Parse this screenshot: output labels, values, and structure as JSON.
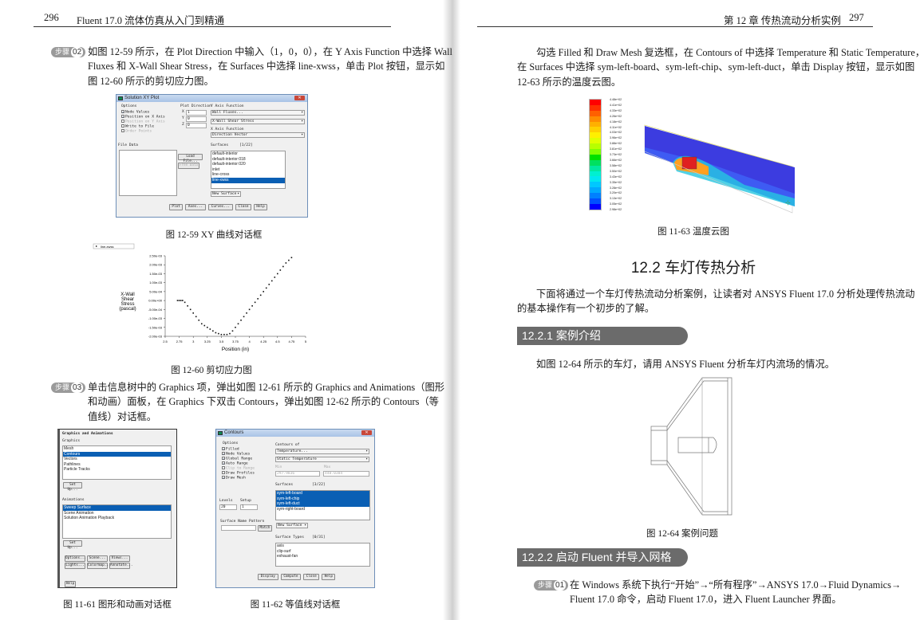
{
  "left_page": {
    "page_number": "296",
    "book_title": "Fluent 17.0 流体仿真从入门到精通",
    "step02": {
      "badge": "步骤",
      "num": "02",
      "lines": [
        "如图 12-59 所示，在 Plot Direction 中输入（1，0，0），在 Y Axis Function 中选择 Wall",
        "Fluxes 和 X-Wall Shear Stress，在 Surfaces  中选择 line-xwss，单击 Plot 按钮，显示如",
        "图 12-60 所示的剪切应力图。"
      ]
    },
    "fig_12_59": {
      "caption": "图 12-59   XY 曲线对话框",
      "title": "Solution XY Plot",
      "options_label": "Options",
      "options": [
        {
          "label": "Node Values",
          "checked": true
        },
        {
          "label": "Position on X Axis",
          "checked": true
        },
        {
          "label": "Position on Y Axis",
          "checked": false,
          "disabled": true
        },
        {
          "label": "Write to File",
          "checked": false
        },
        {
          "label": "Order Points",
          "checked": false,
          "disabled": true
        }
      ],
      "plot_direction_label": "Plot Direction",
      "directions": [
        {
          "axis": "X",
          "value": "1"
        },
        {
          "axis": "Y",
          "value": "0"
        },
        {
          "axis": "Z",
          "value": "0"
        }
      ],
      "y_axis_label": "Y Axis Function",
      "y_axis_values": [
        "Wall Fluxes...",
        "X-Wall Shear Stress"
      ],
      "x_axis_label": "X Axis Function",
      "x_axis_value": "Direction Vector",
      "file_data_label": "File Data",
      "load_file": "Load File...",
      "free_data": "Free Data",
      "surfaces_label": "Surfaces",
      "surfaces_count": "[1/22]",
      "surfaces": [
        "default-interior",
        "default-interior:018",
        "default-interior:020",
        "inlet",
        "line-cross",
        "line-xwss"
      ],
      "selected_surface": "line-xwss",
      "new_surface": "New Surface",
      "buttons": [
        "Plot",
        "Axes...",
        "Curves...",
        "Close",
        "Help"
      ]
    },
    "fig_12_60": {
      "caption": "图 12-60    剪切应力图"
    },
    "step03": {
      "badge": "步骤",
      "num": "03",
      "lines": [
        "单击信息树中的 Graphics 项，弹出如图 12-61 所示的 Graphics and Animations（图形",
        "和动画）面板，在 Graphics 下双击 Contours，弹出如图 12-62 所示的 Contours（等",
        "值线）对话框。"
      ]
    },
    "fig_11_61": {
      "caption": "图 11-61    图形和动画对话框",
      "title": "Graphics and Animations",
      "graphics_label": "Graphics",
      "graphics": [
        "Mesh",
        "Contours",
        "Vectors",
        "Pathlines",
        "Particle Tracks"
      ],
      "graphics_selected": "Contours",
      "setup": "Set Up...",
      "animations_label": "Animations",
      "animations": [
        "Sweep Surface",
        "Scene Animation",
        "Solution Animation Playback"
      ],
      "animations_selected": "Sweep Surface",
      "buttons": [
        "Options...",
        "Scene...",
        "Views...",
        "Lights...",
        "Colormap...",
        "Annotate..."
      ],
      "help": "Help"
    },
    "fig_11_62": {
      "caption": "图 11-62    等值线对话框",
      "title": "Contours",
      "options_label": "Options",
      "options": [
        {
          "label": "Filled",
          "checked": true
        },
        {
          "label": "Node Values",
          "checked": true
        },
        {
          "label": "Global Range",
          "checked": true
        },
        {
          "label": "Auto Range",
          "checked": true
        },
        {
          "label": "Clip to Range",
          "checked": false,
          "disabled": true
        },
        {
          "label": "Draw Profiles",
          "checked": false
        },
        {
          "label": "Draw Mesh",
          "checked": true
        }
      ],
      "contours_of_label": "Contours of",
      "contours_of": [
        "Temperature...",
        "Static Temperature"
      ],
      "min_label": "Min",
      "min": "297.9836",
      "max_label": "Max",
      "max": "448.0384",
      "levels_label": "Levels",
      "levels": "20",
      "setup_label": "Setup",
      "setup": "1",
      "pattern_label": "Surface Name Pattern",
      "match": "Match",
      "surfaces_label": "Surfaces",
      "surfaces_count": "[3/22]",
      "surfaces": [
        "sym-left-board",
        "sym-left-chip",
        "sym-left-duct",
        "sym-right-board"
      ],
      "surfaces_selected": [
        "sym-left-board",
        "sym-left-chip",
        "sym-left-duct"
      ],
      "new_surface": "New Surface",
      "surface_types_label": "Surface Types",
      "surface_types_count": "[0/31]",
      "surface_types": [
        "axis",
        "clip-surf",
        "exhaust-fan"
      ],
      "buttons": [
        "Display",
        "Compute",
        "Close",
        "Help"
      ]
    }
  },
  "chart_data": {
    "type": "scatter",
    "title": "",
    "xlabel": "Position (in)",
    "ylabel": "X-Wall\nShear\nStress\n(pascal)",
    "legend": [
      "line-xwss"
    ],
    "legend_placement": "top-left",
    "grid": false,
    "xlim": [
      2.5,
      5
    ],
    "ylim": [
      -0.002,
      0.0025
    ],
    "xticks": [
      "2.5",
      "2.75",
      "3",
      "3.25",
      "3.5",
      "3.75",
      "4",
      "4.25",
      "4.5",
      "4.75",
      "5"
    ],
    "yticks": [
      "2.50e-03",
      "2.00e-03",
      "1.50e-03",
      "1.00e-03",
      "5.00e-04",
      "0.00e+00",
      "-5.00e-04",
      "-1.00e-03",
      "-1.50e-03",
      "-2.00e-03"
    ],
    "series": [
      {
        "name": "line-xwss",
        "x": [
          2.72,
          2.75,
          2.78,
          2.81,
          2.85,
          2.9,
          2.95,
          3.0,
          3.05,
          3.1,
          3.15,
          3.2,
          3.25,
          3.3,
          3.35,
          3.4,
          3.45,
          3.5,
          3.55,
          3.6,
          3.65,
          3.7,
          3.75,
          3.8,
          3.85,
          3.9,
          3.95,
          4.0,
          4.05,
          4.1,
          4.15,
          4.2,
          4.25,
          4.3,
          4.35,
          4.4,
          4.45,
          4.5,
          4.55,
          4.6,
          4.65,
          4.7,
          4.75
        ],
        "y": [
          0,
          0,
          0,
          0,
          -0.0001,
          -0.0003,
          -0.0005,
          -0.0007,
          -0.0009,
          -0.0011,
          -0.0013,
          -0.0014,
          -0.0015,
          -0.0016,
          -0.0017,
          -0.0018,
          -0.00185,
          -0.0019,
          -0.0019,
          -0.0019,
          -0.00185,
          -0.0017,
          -0.0015,
          -0.0013,
          -0.0011,
          -0.0009,
          -0.0007,
          -0.0005,
          -0.0003,
          -0.0001,
          0.0001,
          0.0003,
          0.0005,
          0.0007,
          0.0009,
          0.0011,
          0.0013,
          0.0015,
          0.0017,
          0.0019,
          0.0021,
          0.00225,
          0.0024
        ]
      }
    ]
  },
  "right_page": {
    "chapter": "第 12 章   传热流动分析实例",
    "page_number": "297",
    "para1": [
      "勾选 Filled 和 Draw Mesh 复选框，在 Contours of 中选择 Temperature 和 Static Temperature，",
      "在 Surfaces 中选择 sym-left-board、sym-left-chip、sym-left-duct，单击 Display 按钮，显示如图",
      "12-63 所示的温度云图。"
    ],
    "fig_11_63": {
      "caption": "图 11-63    温度云图",
      "colorbar": [
        "4.48e+02",
        "4.41e+02",
        "4.33e+02",
        "4.26e+02",
        "4.18e+02",
        "4.11e+02",
        "4.03e+02",
        "3.96e+02",
        "3.88e+02",
        "3.81e+02",
        "3.73e+02",
        "3.66e+02",
        "3.58e+02",
        "3.50e+02",
        "3.43e+02",
        "3.35e+02",
        "3.28e+02",
        "3.20e+02",
        "3.13e+02",
        "3.05e+02",
        "2.98e+02"
      ],
      "colors": [
        "#ff0000",
        "#ff3000",
        "#ff6000",
        "#ff8c00",
        "#ffb000",
        "#ffd000",
        "#fff000",
        "#e0ff00",
        "#b8ff00",
        "#80ff00",
        "#00e000",
        "#00e060",
        "#00e8a0",
        "#00f0d0",
        "#00e8f0",
        "#00c8ff",
        "#00a8ff",
        "#0080ff",
        "#0050ff",
        "#0000ff"
      ]
    },
    "heading": "12.2    车灯传热分析",
    "para2": [
      "下面将通过一个车灯传热流动分析案例，让读者对 ANSYS Fluent 17.0 分析处理传热流动",
      "的基本操作有一个初步的了解。"
    ],
    "sec1": "12.2.1    案例介绍",
    "para3": "如图 12-64 所示的车灯，请用 ANSYS Fluent 分析车灯内流场的情况。",
    "fig_12_64": {
      "caption": "图 12-64    案例问题"
    },
    "sec2": "12.2.2    启动 Fluent 并导入网格",
    "step01": {
      "badge": "步骤",
      "num": "01",
      "lines": [
        "在 Windows 系统下执行“开始”→“所有程序”→ANSYS 17.0→Fluid Dynamics→",
        "Fluent 17.0 命令，启动 Fluent 17.0，进入 Fluent Launcher 界面。"
      ]
    }
  }
}
